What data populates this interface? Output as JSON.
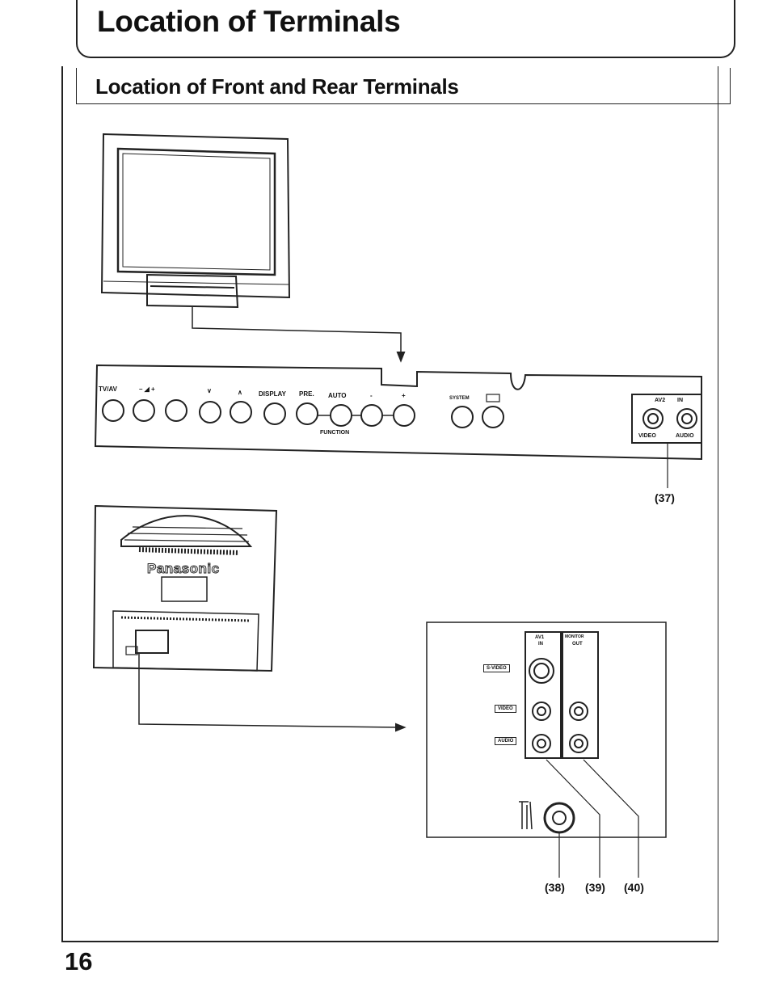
{
  "page": {
    "title": "Location of Terminals",
    "section_title": "Location of Front and Rear Terminals",
    "page_number": "16"
  },
  "front_panel": {
    "buttons": [
      "TV/AV",
      "– ◢ +",
      "∨",
      "∧",
      "DISPLAY",
      "PRE.",
      "AUTO",
      "-",
      "+",
      "SYSTEM"
    ],
    "function_label": "FUNCTION",
    "av2_label": "AV2",
    "in_label": "IN",
    "video_label": "VIDEO",
    "audio_label": "AUDIO"
  },
  "rear_tv": {
    "brand": "Panasonic"
  },
  "rear_panel": {
    "av1_label": "AV1",
    "av1_in_label": "IN",
    "monitor_label": "MONITOR",
    "monitor_out_label": "OUT",
    "jack_labels": [
      "S-VIDEO",
      "VIDEO",
      "AUDIO"
    ]
  },
  "references": [
    "(37)",
    "(38)",
    "(39)",
    "(40)"
  ]
}
